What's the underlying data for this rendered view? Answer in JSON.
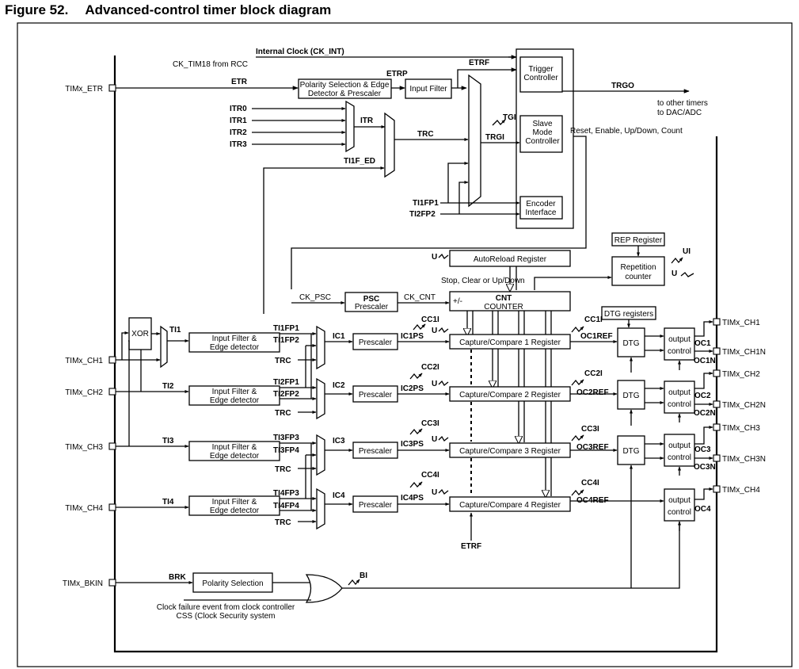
{
  "figure": {
    "title": "Figure 52.  Advanced-control timer block diagram"
  },
  "pins": {
    "etr": "TIMx_ETR",
    "ch1": "TIMx_CH1",
    "ch2": "TIMx_CH2",
    "ch3": "TIMx_CH3",
    "ch4": "TIMx_CH4",
    "bkin": "TIMx_BKIN",
    "out_ch1": "TIMx_CH1",
    "out_ch1n": "TIMx_CH1N",
    "out_ch2": "TIMx_CH2",
    "out_ch2n": "TIMx_CH2N",
    "out_ch3": "TIMx_CH3",
    "out_ch3n": "TIMx_CH3N",
    "out_ch4": "TIMx_CH4"
  },
  "clock": {
    "internal": "Internal Clock (CK_INT)",
    "source": "CK_TIM18 from RCC"
  },
  "blocks": {
    "polarity_edge": [
      "Polarity Selection & Edge",
      "Detector & Prescaler"
    ],
    "input_filter": "Input Filter",
    "trigger_controller": [
      "Trigger",
      "Controller"
    ],
    "slave_mode": [
      "Slave",
      "Mode",
      "Controller"
    ],
    "encoder": [
      "Encoder",
      "Interface"
    ],
    "rep_register": "REP Register",
    "repetition_counter": [
      "Repetition",
      "counter"
    ],
    "autoreload": "AutoReload Register",
    "psc": "PSC",
    "psc_sub": "Prescaler",
    "cnt": "CNT",
    "cnt_sub": "COUNTER",
    "cnt_updown": "+/-",
    "dtg_registers": "DTG registers",
    "dtg": "DTG",
    "xor": "XOR",
    "input_filter_edge": [
      "Input Filter &",
      "Edge detector"
    ],
    "prescaler": "Prescaler",
    "cc1": "Capture/Compare 1 Register",
    "cc2": "Capture/Compare 2 Register",
    "cc3": "Capture/Compare 3 Register",
    "cc4": "Capture/Compare 4 Register",
    "output_control": [
      "output",
      "control"
    ],
    "polarity_selection": "Polarity Selection"
  },
  "signals": {
    "etr": "ETR",
    "etrp": "ETRP",
    "etrf": "ETRF",
    "etrf_bottom": "ETRF",
    "trgo": "TRGO",
    "trgo_dest": [
      "to other timers",
      "to DAC/ADC"
    ],
    "slave_out": "Reset, Enable, Up/Down, Count",
    "itr0": "ITR0",
    "itr1": "ITR1",
    "itr2": "ITR2",
    "itr3": "ITR3",
    "itr": "ITR",
    "trc": "TRC",
    "tgi": "TGI",
    "trgi": "TRGI",
    "ti1f_ed": "TI1F_ED",
    "ti1fp1": "TI1FP1",
    "ti2fp2": "TI2FP2",
    "u_ar": "U",
    "ui": "UI",
    "u_rep": "U",
    "stop_clear": "Stop, Clear or Up/Down",
    "ck_psc": "CK_PSC",
    "ck_cnt": "CK_CNT",
    "ti1": "TI1",
    "ti2": "TI2",
    "ti3": "TI3",
    "ti4": "TI4",
    "ch1_a": "TI1FP1",
    "ch1_b": "TI1FP2",
    "ch2_a": "TI2FP1",
    "ch2_b": "TI2FP2",
    "ch3_a": "TI3FP3",
    "ch3_b": "TI3FP4",
    "ch4_a": "TI4FP3",
    "ch4_b": "TI4FP4",
    "trc1": "TRC",
    "trc2": "TRC",
    "trc3": "TRC",
    "trc4": "TRC",
    "ic1": "IC1",
    "ic2": "IC2",
    "ic3": "IC3",
    "ic4": "IC4",
    "ic1ps": "IC1PS",
    "ic2ps": "IC2PS",
    "ic3ps": "IC3PS",
    "ic4ps": "IC4PS",
    "cc1i_in": "CC1I",
    "cc2i_in": "CC2I",
    "cc3i_in": "CC3I",
    "cc4i_in": "CC4I",
    "cc1i_out": "CC1I",
    "cc2i_out": "CC2I",
    "cc3i_out": "CC3I",
    "cc4i_out": "CC4I",
    "u1": "U",
    "u2": "U",
    "u3": "U",
    "u4": "U",
    "oc1ref": "OC1REF",
    "oc2ref": "OC2REF",
    "oc3ref": "OC3REF",
    "oc4ref": "OC4REF",
    "oc1": "OC1",
    "oc1n": "OC1N",
    "oc2": "OC2",
    "oc2n": "OC2N",
    "oc3": "OC3",
    "oc3n": "OC3N",
    "oc4": "OC4",
    "brk": "BRK",
    "bi": "BI",
    "clock_failure": [
      "Clock failure event from clock controller",
      "CSS (Clock Security system"
    ]
  }
}
